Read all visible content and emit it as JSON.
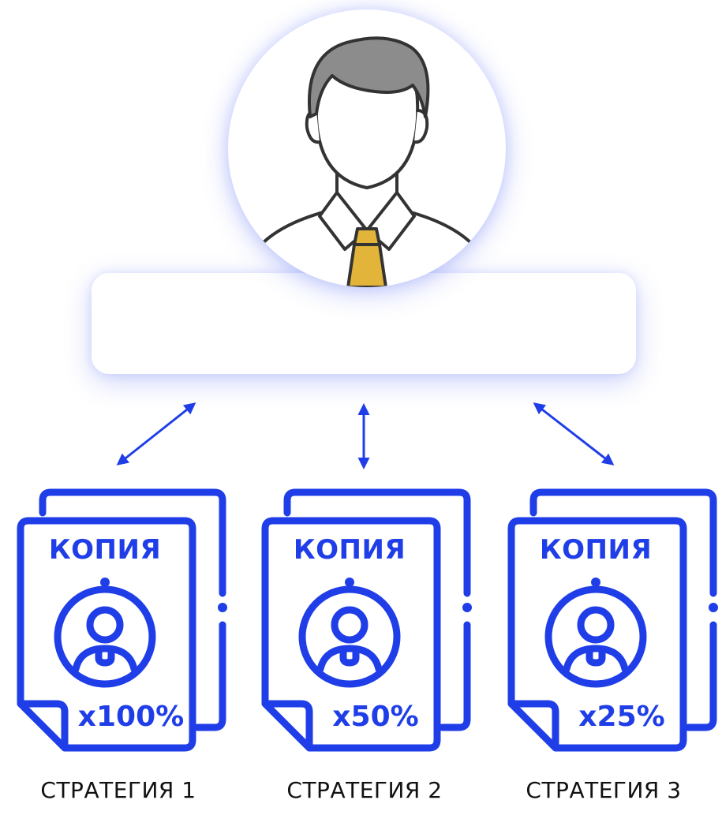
{
  "copies": [
    {
      "title": "КОПИЯ",
      "multiplier": "x100%",
      "strategy": "СТРАТЕГИЯ 1"
    },
    {
      "title": "КОПИЯ",
      "multiplier": "x50%",
      "strategy": "СТРАТЕГИЯ 2"
    },
    {
      "title": "КОПИЯ",
      "multiplier": "x25%",
      "strategy": "СТРАТЕГИЯ 3"
    }
  ],
  "colors": {
    "accent": "#1f3ee8",
    "hair": "#8c8c8c",
    "tie": "#e2b53a",
    "outline": "#333333"
  },
  "icons": {
    "avatar": "trader-avatar-icon",
    "copy": "copy-document-icon",
    "arrow": "double-arrow-icon"
  }
}
